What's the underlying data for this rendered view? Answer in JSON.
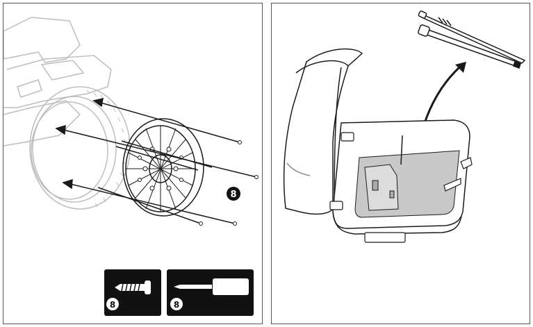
{
  "steps": {
    "wheel_step": {
      "screw_count_badge": "8",
      "screw_icon_count": "8",
      "screwdriver_icon_count": "8"
    }
  },
  "icons": {
    "screw": "screw-icon",
    "screwdriver": "screwdriver-icon",
    "arrow": "arrow-icon"
  },
  "colors": {
    "line": "#1a1a1a",
    "ghost": "#bdbdbd",
    "box_fill": "#111111",
    "cavity": "#c8c8c8"
  }
}
